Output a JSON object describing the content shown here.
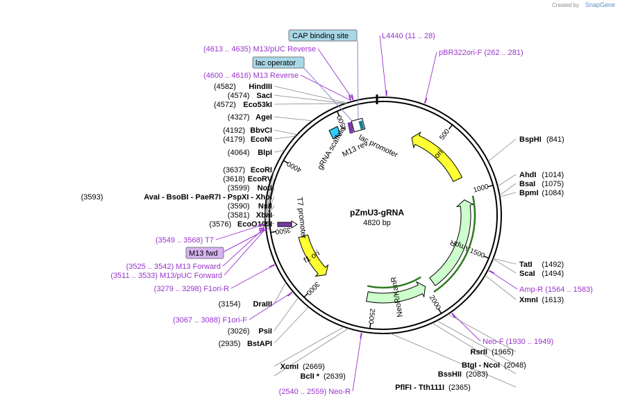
{
  "credit": {
    "prefix": "Created by",
    "brand": "SnapGene"
  },
  "plasmid": {
    "name": "pZmU3-gRNA",
    "size_label": "4820 bp",
    "length": 4820
  },
  "ticks": [
    "500",
    "1000",
    "1500",
    "2000",
    "2500",
    "3000",
    "3500",
    "4000",
    "4500"
  ],
  "restriction_sites": [
    {
      "name": "HindIII",
      "pos": "(4582)",
      "bp": 4582,
      "side": "left"
    },
    {
      "name": "SacI",
      "pos": "(4574)",
      "bp": 4574,
      "side": "left"
    },
    {
      "name": "Eco53kI",
      "pos": "(4572)",
      "bp": 4572,
      "side": "left"
    },
    {
      "name": "AgeI",
      "pos": "(4327)",
      "bp": 4327,
      "side": "left"
    },
    {
      "name": "BbvCI",
      "pos": "(4192)",
      "bp": 4192,
      "side": "left"
    },
    {
      "name": "EcoNI",
      "pos": "(4179)",
      "bp": 4179,
      "side": "left"
    },
    {
      "name": "BlpI",
      "pos": "(4064)",
      "bp": 4064,
      "side": "left"
    },
    {
      "name": "EcoRI",
      "pos": "(3637)",
      "bp": 3637,
      "side": "left"
    },
    {
      "name": "EcoRV",
      "pos": "(3618)",
      "bp": 3618,
      "side": "left"
    },
    {
      "name": "NotI",
      "pos": "(3599)",
      "bp": 3599,
      "side": "left"
    },
    {
      "name": "AvaI - BsoBI - PaeR7I - PspXI - XhoI",
      "pos": "(3593)",
      "bp": 3593,
      "side": "left"
    },
    {
      "name": "NsiI",
      "pos": "(3590)",
      "bp": 3590,
      "side": "left"
    },
    {
      "name": "XbaI",
      "pos": "(3581)",
      "bp": 3581,
      "side": "left"
    },
    {
      "name": "EcoO109I",
      "pos": "(3576)",
      "bp": 3576,
      "side": "left"
    },
    {
      "name": "DraIII",
      "pos": "(3154)",
      "bp": 3154,
      "side": "left"
    },
    {
      "name": "PsiI",
      "pos": "(3026)",
      "bp": 3026,
      "side": "left"
    },
    {
      "name": "BstAPI",
      "pos": "(2935)",
      "bp": 2935,
      "side": "left"
    },
    {
      "name": "XcmI",
      "pos": "(2669)",
      "bp": 2669,
      "side": "left"
    },
    {
      "name": "BclI *",
      "pos": "(2639)",
      "bp": 2639,
      "side": "left"
    },
    {
      "name": "BspHI",
      "pos": "(841)",
      "bp": 841,
      "side": "right"
    },
    {
      "name": "AhdI",
      "pos": "(1014)",
      "bp": 1014,
      "side": "right"
    },
    {
      "name": "BsaI",
      "pos": "(1075)",
      "bp": 1075,
      "side": "right"
    },
    {
      "name": "BpmI",
      "pos": "(1084)",
      "bp": 1084,
      "side": "right"
    },
    {
      "name": "TatI",
      "pos": "(1492)",
      "bp": 1492,
      "side": "right"
    },
    {
      "name": "ScaI",
      "pos": "(1494)",
      "bp": 1494,
      "side": "right"
    },
    {
      "name": "XmnI",
      "pos": "(1613)",
      "bp": 1613,
      "side": "right"
    },
    {
      "name": "RsrII",
      "pos": "(1965)",
      "bp": 1965,
      "side": "right"
    },
    {
      "name": "BtgI - NcoI",
      "pos": "(2048)",
      "bp": 2048,
      "side": "right"
    },
    {
      "name": "BssHII",
      "pos": "(2083)",
      "bp": 2083,
      "side": "right"
    },
    {
      "name": "PflFI - Tth111I",
      "pos": "(2365)",
      "bp": 2365,
      "side": "right"
    }
  ],
  "primers": [
    {
      "name": "M13/pUC Reverse",
      "range": "(4613 .. 4635)",
      "bp": 4624
    },
    {
      "name": "M13 Reverse",
      "range": "(4600 .. 4616)",
      "bp": 4608
    },
    {
      "name": "L4440",
      "range": "(11 .. 28)",
      "bp": 20
    },
    {
      "name": "pBR322ori-F",
      "range": "(262 .. 281)",
      "bp": 272
    },
    {
      "name": "T7",
      "range": "(3549 .. 3568)",
      "bp": 3558
    },
    {
      "name": "M13 Forward",
      "range": "(3525 .. 3542)",
      "bp": 3534
    },
    {
      "name": "M13/pUC Forward",
      "range": "(3511 .. 3533)",
      "bp": 3522
    },
    {
      "name": "F1ori-R",
      "range": "(3279 .. 3298)",
      "bp": 3288
    },
    {
      "name": "F1ori-F",
      "range": "(3067 .. 3088)",
      "bp": 3078
    },
    {
      "name": "Amp-R",
      "range": "(1564 .. 1583)",
      "bp": 1574
    },
    {
      "name": "Neo-F",
      "range": "(1930 .. 1949)",
      "bp": 1940
    },
    {
      "name": "Neo-R",
      "range": "(2540 .. 2559)",
      "bp": 2550
    }
  ],
  "boxed_features": [
    {
      "name": "CAP binding site",
      "color": "#a8d8e8"
    },
    {
      "name": "lac operator",
      "color": "#a8d8e8"
    },
    {
      "name": "M13 fwd",
      "color": "#d6b3f0"
    }
  ],
  "features": [
    {
      "name": "ori",
      "color": "#ffff33",
      "start": 270,
      "end": 860,
      "dir": "ccw"
    },
    {
      "name": "AmpR",
      "color": "#ccffcc",
      "start": 1060,
      "end": 1920,
      "dir": "ccw"
    },
    {
      "name": "NeoR/KanR",
      "color": "#ccffcc",
      "start": 2000,
      "end": 2560,
      "dir": "ccw"
    },
    {
      "name": "f1 ori",
      "color": "#ffff33",
      "start": 3000,
      "end": 3420,
      "dir": "ccw"
    },
    {
      "name": "lac promoter",
      "color": "#ffffff"
    },
    {
      "name": "M13 rev",
      "color": "#ffffff"
    },
    {
      "name": "gRNA scaffold",
      "color": "#33ccff"
    },
    {
      "name": "T7 promoter",
      "color": "#ffffff"
    }
  ]
}
